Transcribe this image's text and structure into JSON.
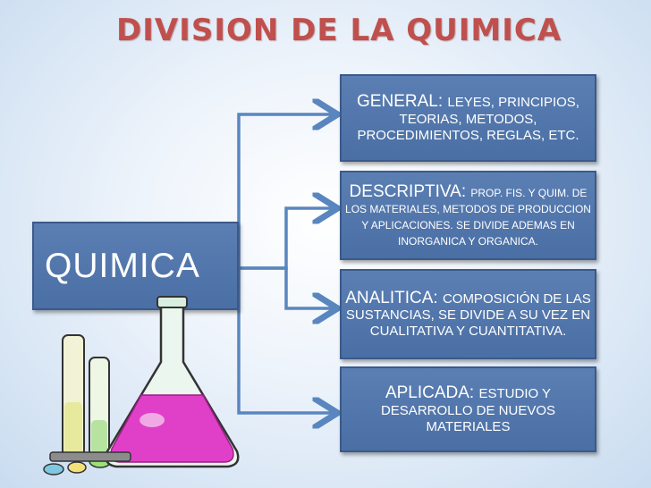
{
  "title": "DIVISION DE LA QUIMICA",
  "root": {
    "label": "QUIMICA"
  },
  "branches": [
    {
      "heading": "GENERAL:",
      "detail": "LEYES, PRINCIPIOS, TEORIAS, METODOS, PROCEDIMIENTOS, REGLAS, ETC."
    },
    {
      "heading": "DESCRIPTIVA:",
      "detail": "PROP. FIS. Y QUIM. DE LOS MATERIALES, METODOS DE PRODUCCION Y APLICACIONES. SE DIVIDE ADEMAS EN INORGANICA Y ORGANICA."
    },
    {
      "heading": "ANALITICA:",
      "detail": "COMPOSICIÓN DE LAS SUSTANCIAS, SE DIVIDE A SU VEZ EN CUALITATIVA Y CUANTITATIVA."
    },
    {
      "heading": "APLICADA:",
      "detail": "ESTUDIO Y DESARROLLO DE NUEVOS MATERIALES"
    }
  ],
  "colors": {
    "title": "#c0504d",
    "box_fill": "#4f75ab",
    "box_border": "#3b5a8a",
    "connector": "#5a86bf",
    "flask_liquid": "#e040c8"
  },
  "icons": [
    "laboratory-flask-icon"
  ]
}
